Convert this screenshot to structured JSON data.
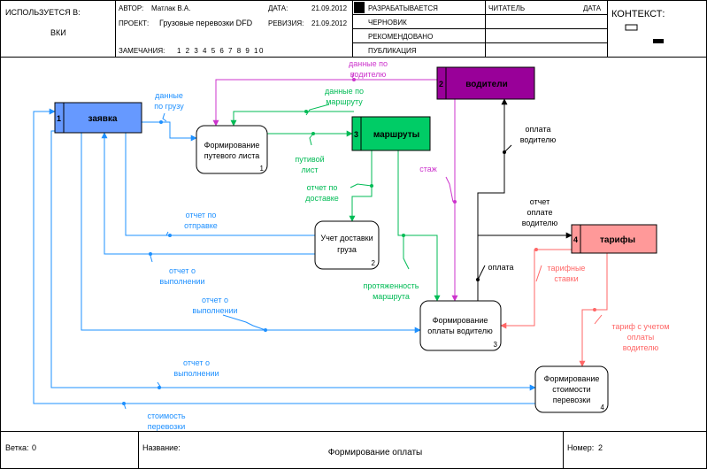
{
  "header": {
    "used_in_label": "ИСПОЛЬЗУЕТСЯ В:",
    "used_in_value": "ВКИ",
    "author_label": "АВТОР:",
    "author_value": "Матлак В.А.",
    "project_label": "ПРОЕКТ:",
    "project_value": "Грузовые перевозки DFD",
    "date_label": "ДАТА:",
    "date_value": "21.09.2012",
    "revision_label": "РЕВИЗИЯ:",
    "revision_value": "21.09.2012",
    "notes_label": "ЗАМЕЧАНИЯ:",
    "notes_value": "1 2 3 4 5 6 7 8 9 10",
    "status": [
      "РАЗРАБАТЫВАЕТСЯ",
      "ЧЕРНОВИК",
      "РЕКОМЕНДОВАНО",
      "ПУБЛИКАЦИЯ"
    ],
    "reader_label": "ЧИТАТЕЛЬ",
    "reader_date_label": "ДАТА",
    "context_label": "КОНТЕКСТ:"
  },
  "footer": {
    "node_label": "Ветка:",
    "node_value": "0",
    "title_label": "Название:",
    "title_value": "Формирование оплаты",
    "number_label": "Номер:",
    "number_value": "2"
  },
  "entities": {
    "e1": {
      "num": "1",
      "name": "заявка",
      "color": "#6699ff"
    },
    "e2": {
      "num": "2",
      "name": "водители",
      "color": "#990099"
    },
    "e3": {
      "num": "3",
      "name": "маршруты",
      "color": "#00cc66"
    },
    "e4": {
      "num": "4",
      "name": "тарифы",
      "color": "#ff9999"
    }
  },
  "processes": {
    "p1": {
      "num": "1",
      "lines": [
        "Формирование",
        "путевого листа"
      ]
    },
    "p2": {
      "num": "2",
      "lines": [
        "Учет доставки",
        "груза"
      ]
    },
    "p3": {
      "num": "3",
      "lines": [
        "Формирование",
        "оплаты водителю"
      ]
    },
    "p4": {
      "num": "4",
      "lines": [
        "Формирование",
        "стоимости",
        "перевозки"
      ]
    }
  },
  "flows": {
    "f_cargo_data": [
      "данные",
      "по грузу"
    ],
    "f_driver_data": [
      "данные по",
      "водителю"
    ],
    "f_route_data": [
      "данные по",
      "маршруту"
    ],
    "f_waybill": [
      "путивой",
      "лист"
    ],
    "f_delivery_report": [
      "отчет по",
      "доставке"
    ],
    "f_dispatch_report": [
      "отчет по",
      "отправке"
    ],
    "f_exec_report_1": [
      "отчет о",
      "выполнении"
    ],
    "f_exec_report_2": [
      "отчет о",
      "выполнении"
    ],
    "f_exec_report_3": [
      "отчет о",
      "выполнении"
    ],
    "f_transport_cost": [
      "стоимость",
      "перевозки"
    ],
    "f_experience": [
      "стаж"
    ],
    "f_route_length": [
      "протяженность",
      "маршрута"
    ],
    "f_driver_payment": [
      "оплата",
      "водителю"
    ],
    "f_payment_report": [
      "отчет",
      "оплате",
      "водителю"
    ],
    "f_payment": [
      "оплата"
    ],
    "f_tariff_rates": [
      "тарифные",
      "ставки"
    ],
    "f_tariff_cost": [
      "тариф с учетом",
      "оплаты",
      "водителю"
    ]
  },
  "colors": {
    "blue": "#1e90ff",
    "purple": "#cc33cc",
    "green": "#00bb55",
    "black": "#000000",
    "pink": "#ff6666"
  }
}
